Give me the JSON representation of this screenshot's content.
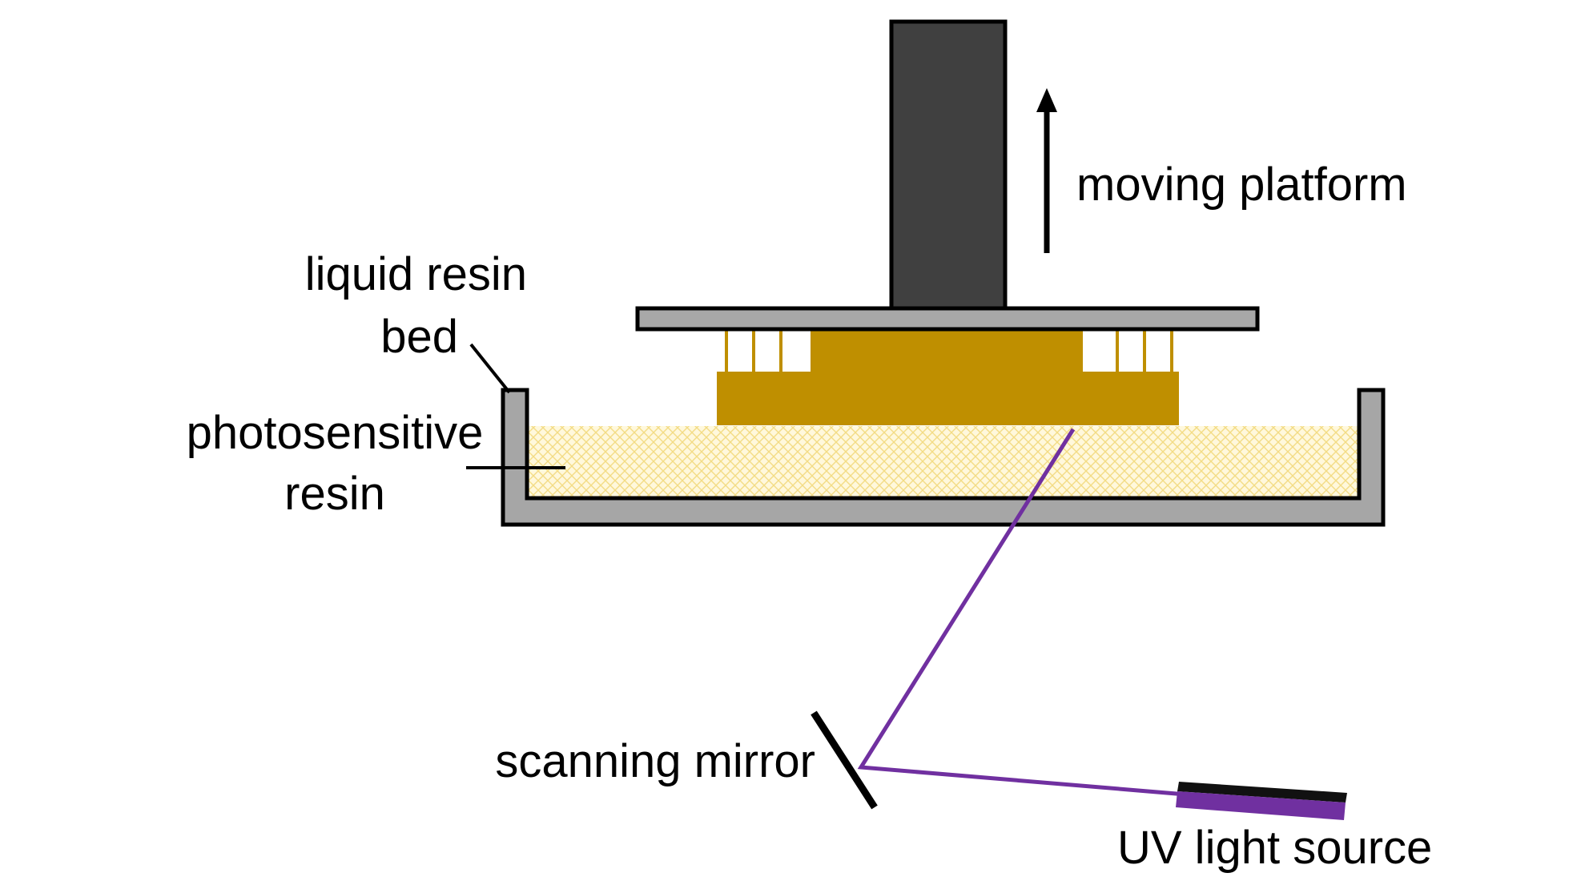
{
  "labels": {
    "moving_platform": "moving platform",
    "liquid_resin_bed_line1": "liquid resin",
    "liquid_resin_bed_line2": "bed",
    "photosensitive_resin_line1": "photosensitive",
    "photosensitive_resin_line2": "resin",
    "scanning_mirror": "scanning mirror",
    "uv_light_source": "UV light source"
  },
  "colors": {
    "platform_column": "#404040",
    "platform_plate": "#a8a8a8",
    "printed_part": "#bf8f00",
    "resin_fill": "#fbeeb4",
    "vat_wall": "#a6a6a6",
    "laser_beam": "#7030a0",
    "outline": "#000000"
  },
  "icons": {
    "direction_arrow": "arrow-up-icon"
  }
}
